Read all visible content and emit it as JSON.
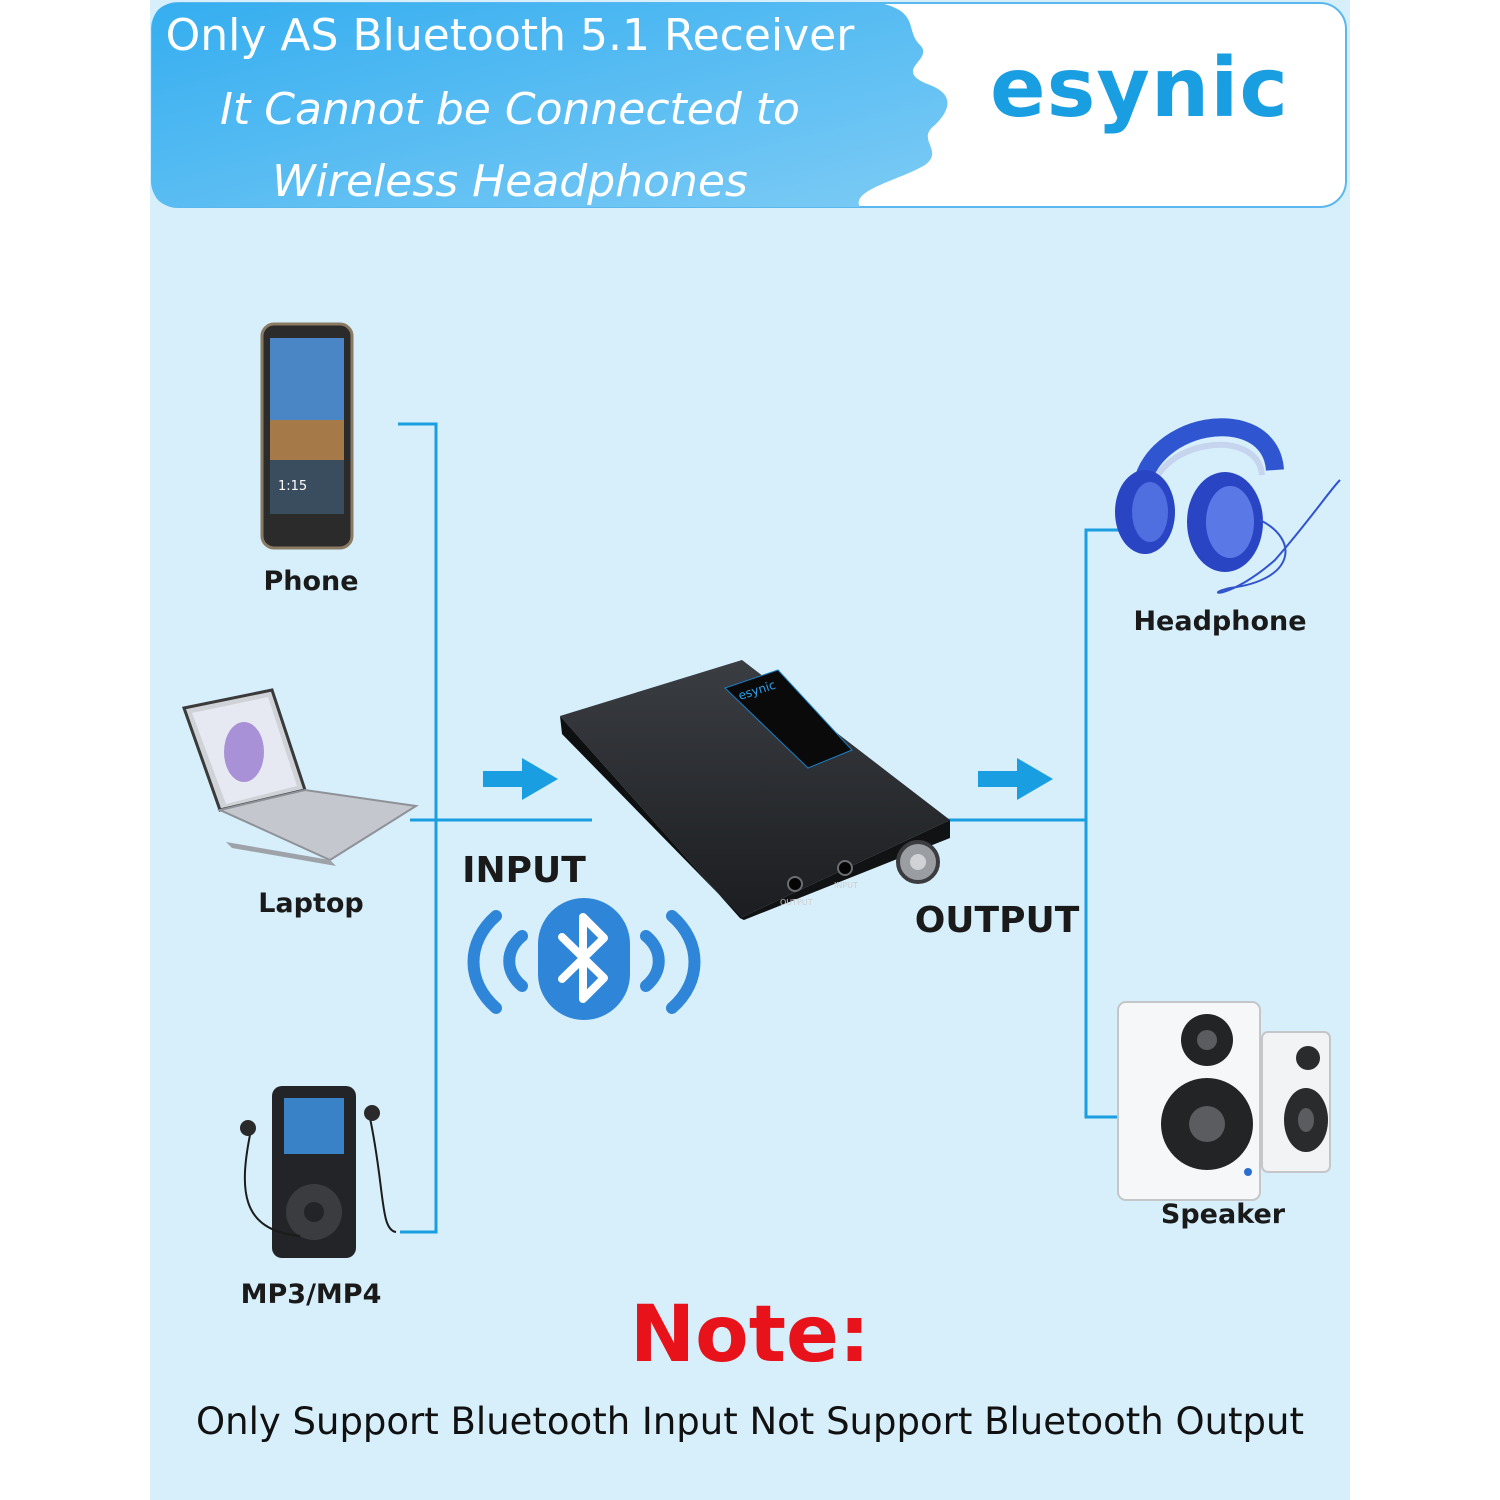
{
  "banner": {
    "line1": "Only AS Bluetooth 5.1 Receiver",
    "line2": "It Cannot be Connected to",
    "line3": "Wireless Headphones",
    "brand": "esynic"
  },
  "sources": {
    "phone": "Phone",
    "laptop": "Laptop",
    "mp3": "MP3/MP4"
  },
  "outputs": {
    "headphone": "Headphone",
    "speaker": "Speaker"
  },
  "device": {
    "brand": "esynic",
    "output_port": "OUTPUT",
    "input_port": "INPUT"
  },
  "io": {
    "input": "INPUT",
    "output": "OUTPUT"
  },
  "phone_screen": {
    "time": "1:15"
  },
  "note": {
    "title": "Note:",
    "text": "Only Support Bluetooth Input Not Support Bluetooth Output"
  },
  "colors": {
    "background": "#d6effb",
    "accent": "#1a9ee2",
    "note": "#e8121a",
    "connector": "#1a9ee2"
  },
  "icons": [
    "phone-icon",
    "laptop-icon",
    "mp3-player-icon",
    "headphone-icon",
    "speaker-icon",
    "bluetooth-icon",
    "arrow-right-icon",
    "receiver-device-icon"
  ]
}
